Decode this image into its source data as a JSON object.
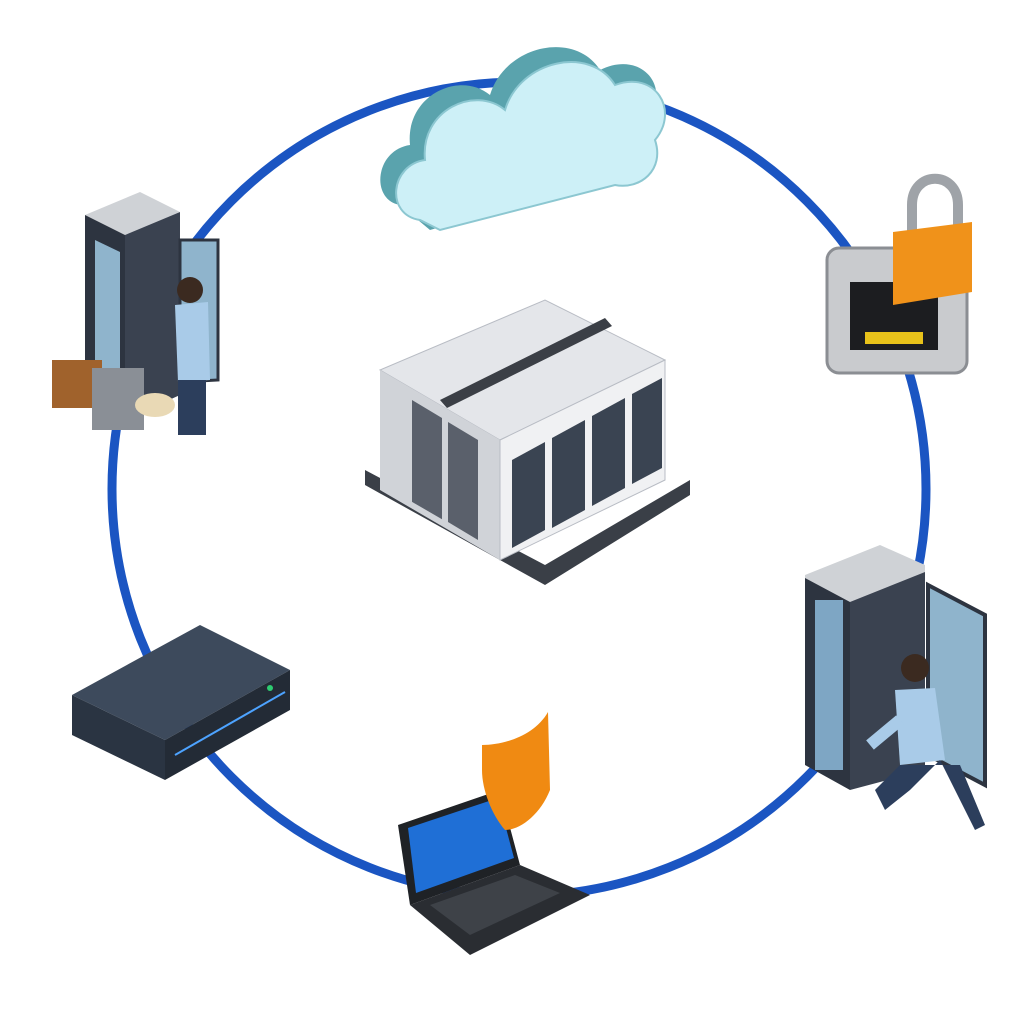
{
  "diagram": {
    "ring_color": "#1b55c2",
    "nodes": [
      {
        "id": "cloud",
        "icon": "cloud-icon"
      },
      {
        "id": "secure-network-port",
        "icon": "ethernet-lock-icon"
      },
      {
        "id": "server-rack-technician-right",
        "icon": "server-rack-technician-icon"
      },
      {
        "id": "protected-laptop",
        "icon": "laptop-shield-icon"
      },
      {
        "id": "rack-server-unit",
        "icon": "rack-server-icon"
      },
      {
        "id": "server-rack-technician-left",
        "icon": "server-rack-technician-icon"
      }
    ],
    "center": {
      "id": "data-center",
      "icon": "data-center-icon"
    },
    "colors": {
      "cloud_top": "#cdf0f7",
      "cloud_side": "#5aa3ad",
      "lock": "#f0921a",
      "shield": "#f08a12",
      "rack_dark": "#2d3440",
      "rack_glass": "#8fb4cc",
      "shirt": "#a9cbe8",
      "pants": "#2c3e5c"
    }
  }
}
